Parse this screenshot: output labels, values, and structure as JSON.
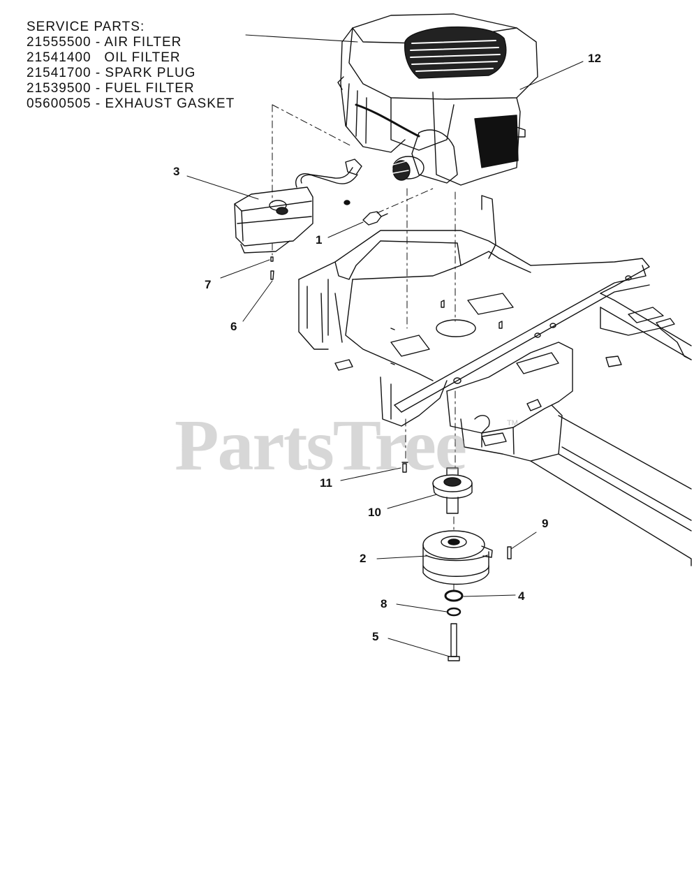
{
  "service_parts": {
    "heading": "SERVICE PARTS:",
    "lines": [
      "21555500 - AIR FILTER",
      "21541400   OIL FILTER",
      "21541700 - SPARK PLUG",
      "21539500 - FUEL FILTER",
      "05600505 - EXHAUST GASKET"
    ]
  },
  "callouts": {
    "c1": "1",
    "c2": "2",
    "c3": "3",
    "c4": "4",
    "c5": "5",
    "c6": "6",
    "c7": "7",
    "c8": "8",
    "c9": "9",
    "c10": "10",
    "c11": "11",
    "c12": "12"
  },
  "watermark": {
    "text": "PartsTree",
    "mark": "TM"
  },
  "colors": {
    "line": "#111111",
    "watermark": "#969696"
  }
}
